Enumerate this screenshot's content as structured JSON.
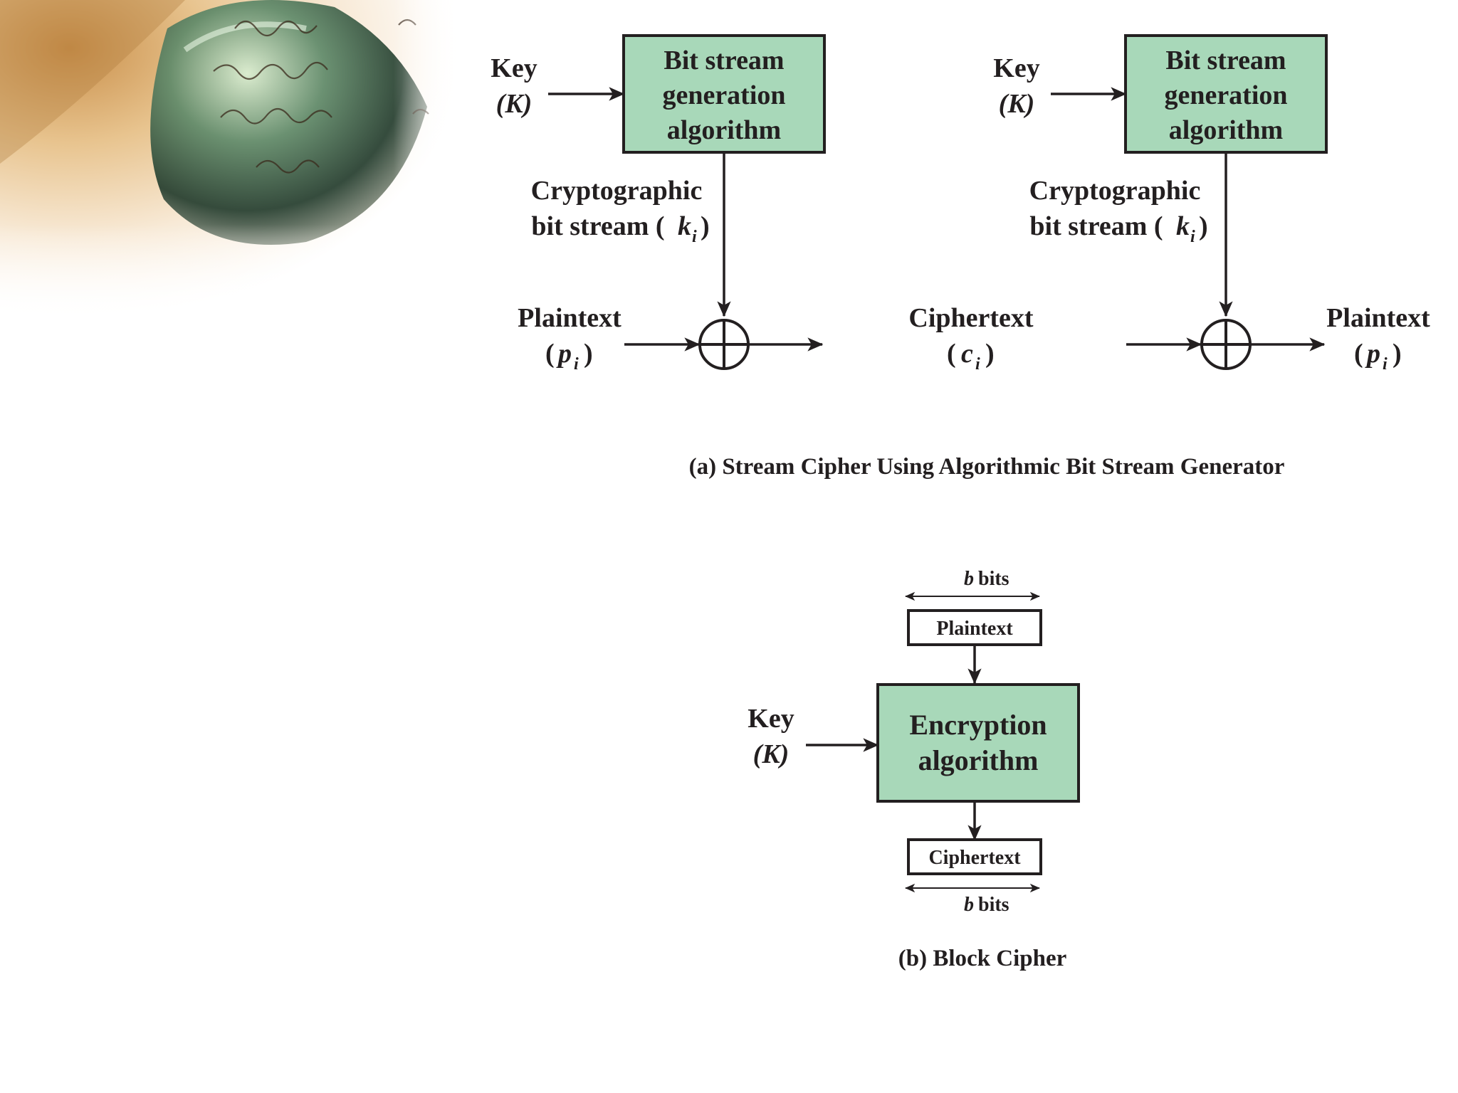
{
  "decoration": {
    "corner_image": "handwritten-letter-with-quill-lens"
  },
  "stream_cipher": {
    "encrypt": {
      "key_label": "Key",
      "key_symbol": "(K)",
      "generator_lines": [
        "Bit stream",
        "generation",
        "algorithm"
      ],
      "bitstream_lines": [
        "Cryptographic",
        "bit stream ("
      ],
      "bitstream_symbol": "k",
      "bitstream_sub": "i",
      "input_label": "Plaintext",
      "input_symbol": "p",
      "input_sub": "i"
    },
    "middle": {
      "label": "Ciphertext",
      "symbol": "c",
      "sub": "i"
    },
    "decrypt": {
      "key_label": "Key",
      "key_symbol": "(K)",
      "generator_lines": [
        "Bit stream",
        "generation",
        "algorithm"
      ],
      "bitstream_lines": [
        "Cryptographic",
        "bit stream ("
      ],
      "bitstream_symbol": "k",
      "bitstream_sub": "i",
      "output_label": "Plaintext",
      "output_symbol": "p",
      "output_sub": "i"
    },
    "caption": "(a) Stream Cipher Using Algorithmic Bit Stream Generator"
  },
  "block_cipher": {
    "top_width": "b bits",
    "top_width_var": "b",
    "top_width_unit": "bits",
    "input_label": "Plaintext",
    "key_label": "Key",
    "key_symbol": "(K)",
    "algorithm_lines": [
      "Encryption",
      "algorithm"
    ],
    "output_label": "Ciphertext",
    "bottom_width_var": "b",
    "bottom_width_unit": "bits",
    "caption": "(b) Block Cipher"
  },
  "colors": {
    "box_fill": "#a8d8b9",
    "ink": "#231f20"
  }
}
